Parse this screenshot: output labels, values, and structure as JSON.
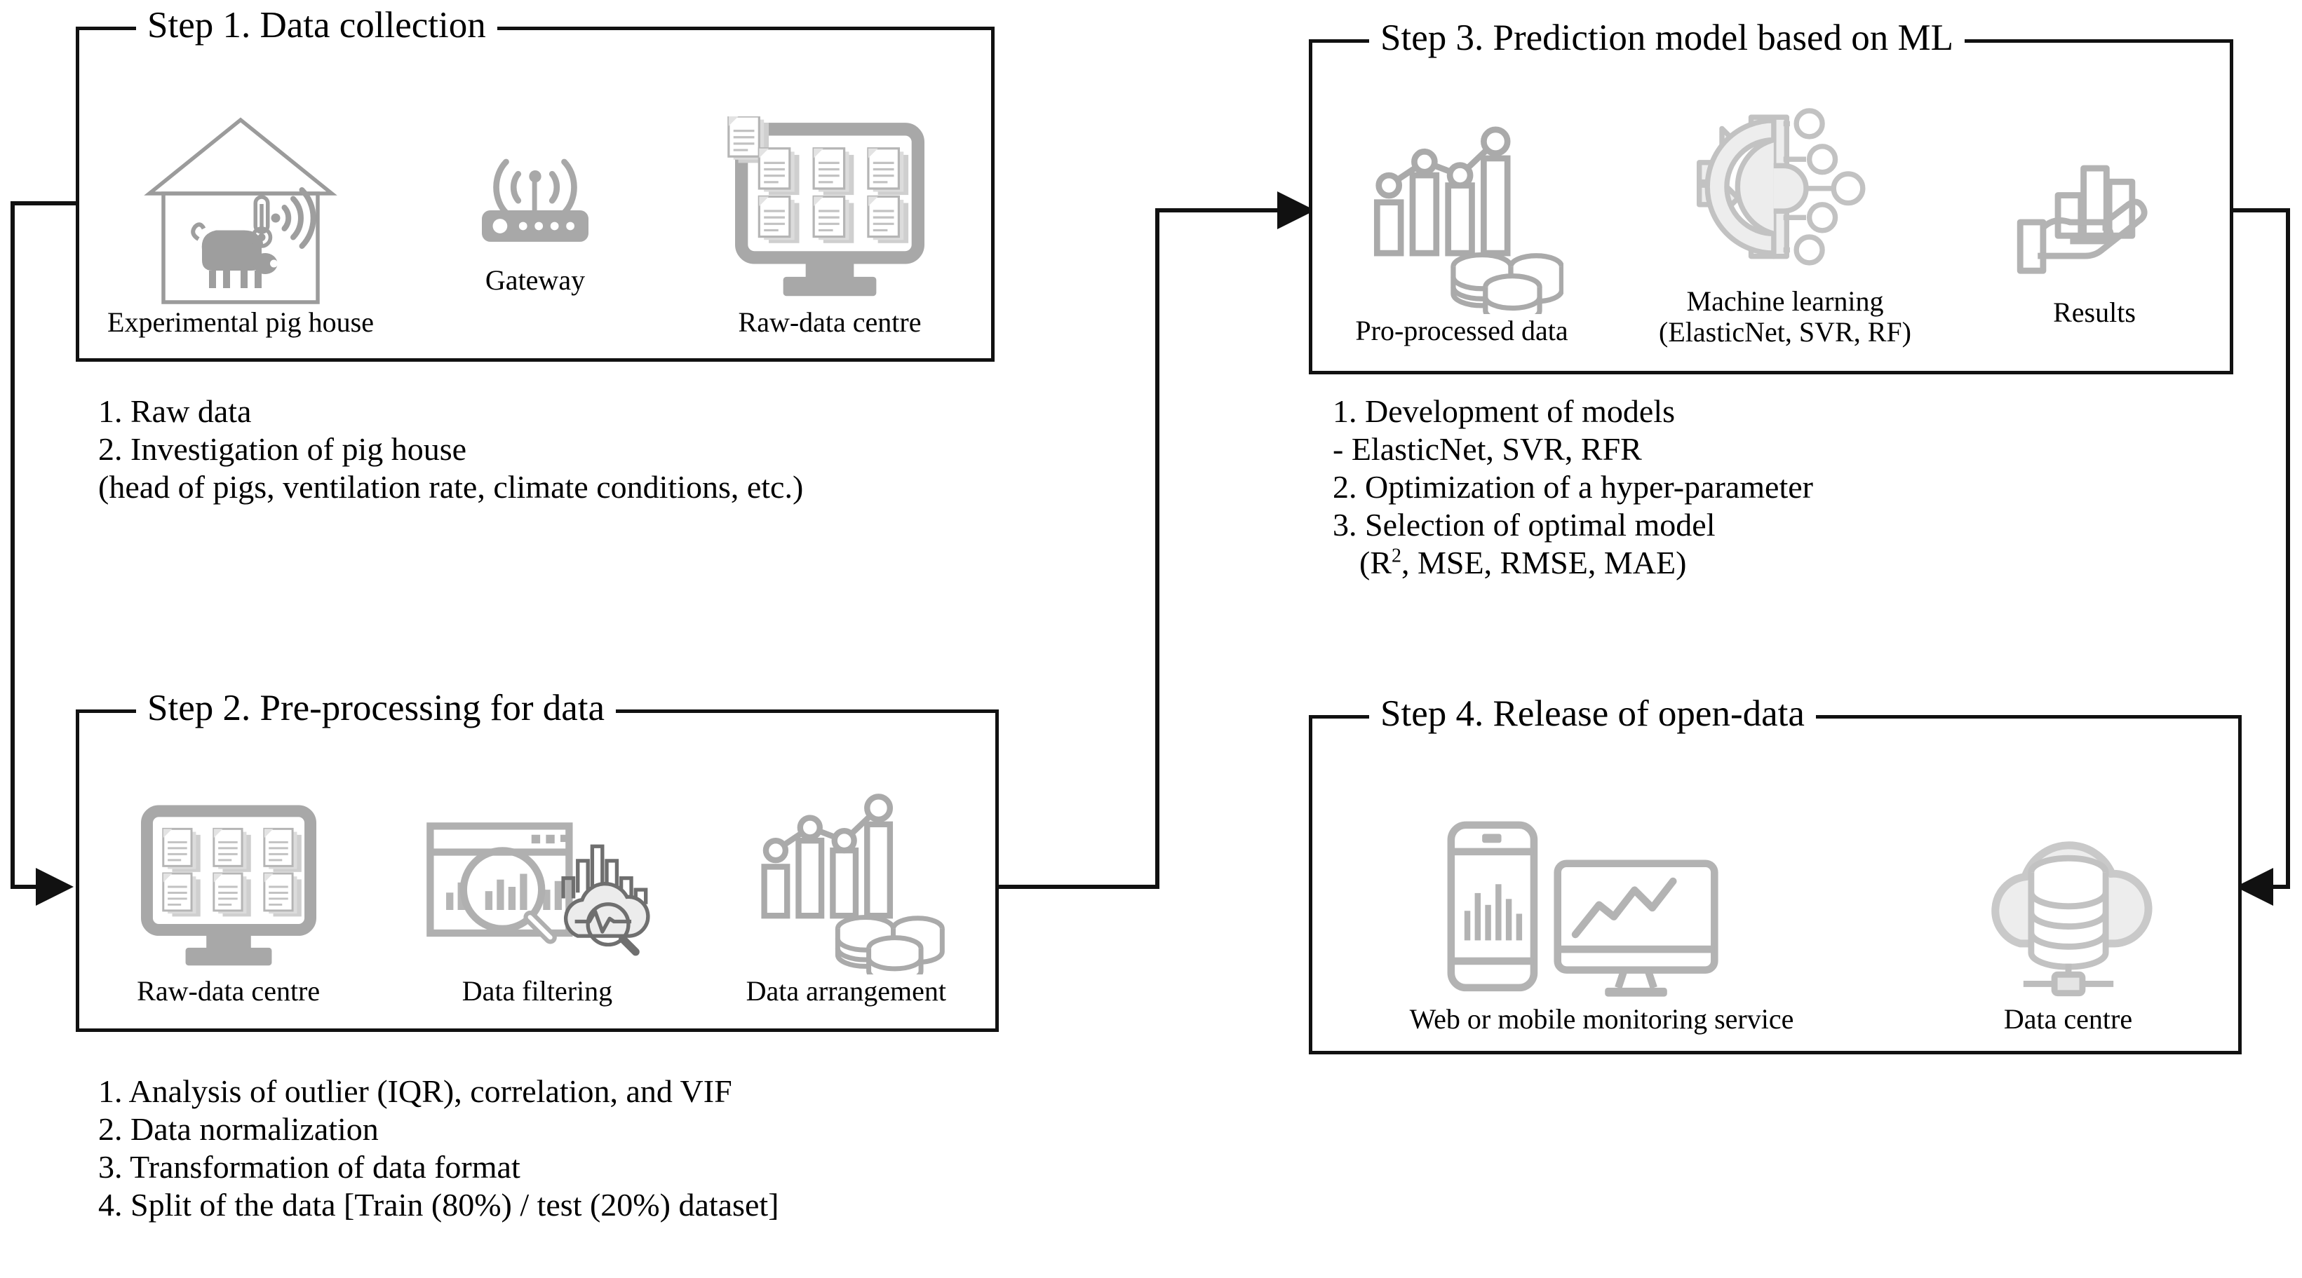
{
  "diagram": {
    "title": "Machine-learning based pig house data pipeline",
    "accent_dark": "#111111",
    "icon_gray": "#a6a6a6",
    "icon_gray_dark": "#8c8c8c"
  },
  "steps": [
    {
      "id": "step1",
      "title": "Step 1. Data collection",
      "icons": [
        {
          "name": "pig-house-icon",
          "caption": "Experimental  pig house"
        },
        {
          "name": "gateway-router-icon",
          "caption": "Gateway"
        },
        {
          "name": "raw-data-centre-monitor-icon",
          "caption": "Raw-data centre"
        }
      ],
      "bullets": [
        "1. Raw data",
        "2. Investigation of pig house",
        "(head of pigs,  ventilation rate,  climate conditions, etc.)"
      ]
    },
    {
      "id": "step2",
      "title": "Step 2. Pre-processing for data",
      "icons": [
        {
          "name": "raw-data-centre-monitor-icon",
          "caption": "Raw-data centre"
        },
        {
          "name": "data-filtering-icon",
          "caption": "Data filtering"
        },
        {
          "name": "data-arrangement-icon",
          "caption": "Data arrangement"
        }
      ],
      "bullets": [
        "1. Analysis of outlier (IQR), correlation, and VIF",
        "2. Data normalization",
        "3. Transformation of data format",
        "4. Split of the data  [Train (80%) / test (20%) dataset]"
      ]
    },
    {
      "id": "step3",
      "title": "Step 3. Prediction model based on ML",
      "icons": [
        {
          "name": "pro-processed-data-icon",
          "caption": "Pro-processed data"
        },
        {
          "name": "machine-learning-gear-icon",
          "caption_line1": "Machine  learning",
          "caption_line2": "(ElasticNet,  SVR,  RF)"
        },
        {
          "name": "results-hand-chart-icon",
          "caption": "Results"
        }
      ],
      "bullets": [
        "1. Development of models",
        " - ElasticNet, SVR, RFR",
        "2. Optimization of a hyper-parameter",
        "3. Selection of optimal model",
        "(R2, MSE, RMSE, MAE)"
      ],
      "bullet_superscript": {
        "base": "(R",
        "sup": "2",
        "rest": ", MSE, RMSE, MAE)"
      }
    },
    {
      "id": "step4",
      "title": "Step 4. Release of open-data",
      "icons": [
        {
          "name": "web-mobile-monitoring-icon",
          "caption": "Web or mobile  monitoring  service"
        },
        {
          "name": "cloud-data-centre-icon",
          "caption": "Data centre"
        }
      ],
      "bullets": []
    }
  ],
  "connectors": [
    {
      "name": "connector-step1-to-step2",
      "from": "step1",
      "to": "step2"
    },
    {
      "name": "connector-step2-to-step3",
      "from": "step2",
      "to": "step3"
    },
    {
      "name": "connector-step3-to-step4",
      "from": "step3",
      "to": "step4"
    }
  ]
}
